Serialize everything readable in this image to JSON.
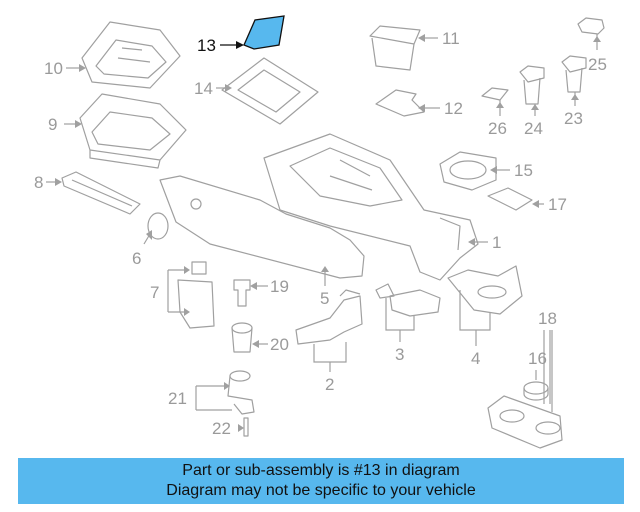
{
  "callouts": [
    {
      "id": "1",
      "label": "1"
    },
    {
      "id": "2",
      "label": "2"
    },
    {
      "id": "3",
      "label": "3"
    },
    {
      "id": "4",
      "label": "4"
    },
    {
      "id": "5",
      "label": "5"
    },
    {
      "id": "6",
      "label": "6"
    },
    {
      "id": "7",
      "label": "7"
    },
    {
      "id": "8",
      "label": "8"
    },
    {
      "id": "9",
      "label": "9"
    },
    {
      "id": "10",
      "label": "10"
    },
    {
      "id": "11",
      "label": "11"
    },
    {
      "id": "12",
      "label": "12"
    },
    {
      "id": "13",
      "label": "13"
    },
    {
      "id": "14",
      "label": "14"
    },
    {
      "id": "15",
      "label": "15"
    },
    {
      "id": "16",
      "label": "16"
    },
    {
      "id": "17",
      "label": "17"
    },
    {
      "id": "18",
      "label": "18"
    },
    {
      "id": "19",
      "label": "19"
    },
    {
      "id": "20",
      "label": "20"
    },
    {
      "id": "21",
      "label": "21"
    },
    {
      "id": "22",
      "label": "22"
    },
    {
      "id": "23",
      "label": "23"
    },
    {
      "id": "24",
      "label": "24"
    },
    {
      "id": "25",
      "label": "25"
    },
    {
      "id": "26",
      "label": "26"
    }
  ],
  "highlighted_part": "13",
  "colors": {
    "highlight_fill": "#57b8ee",
    "banner_background": "#57b8ee",
    "line_art": "#a0a0a0",
    "label_text": "#9a9a9a"
  },
  "banner": {
    "line1": "Part or sub-assembly is #13 in diagram",
    "line2": "Diagram may not be specific to your vehicle"
  }
}
